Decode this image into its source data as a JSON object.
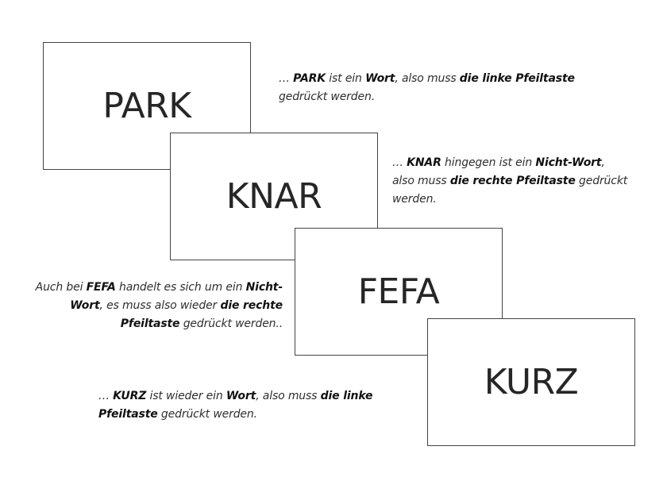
{
  "cards": [
    {
      "word": "PARK"
    },
    {
      "word": "KNAR"
    },
    {
      "word": "FEFA"
    },
    {
      "word": "KURZ"
    }
  ],
  "notes": {
    "park": {
      "l1_a": "… ",
      "l1_b": "PARK",
      "l1_c": " ist ein ",
      "l1_d": "Wort",
      "l1_e": ", also muss ",
      "l1_f": "die linke Pfeiltaste",
      "l2": "gedrückt werden."
    },
    "knar": {
      "l1_a": "… ",
      "l1_b": "KNAR",
      "l1_c": " hingegen ist ein ",
      "l1_d": "Nicht-Wort",
      "l2_a": "also muss ",
      "l2_b": "die rechte Pfeiltaste",
      "l2_c": " gedrückt",
      "l3": "werden."
    },
    "fefa": {
      "l1_a": "Auch bei ",
      "l1_b": "FEFA",
      "l1_c": " handelt es sich um ein ",
      "l1_d": "Nicht-",
      "l2_a": "Wort",
      "l2_b": ", es muss also wieder ",
      "l2_c": "die rechte",
      "l3_a": "Pfeiltaste",
      "l3_b": " gedrückt werden.."
    },
    "kurz": {
      "l1_a": "… ",
      "l1_b": "KURZ",
      "l1_c": " ist wieder ein ",
      "l1_d": "Wort",
      "l1_e": ", also muss ",
      "l1_f": "die linke",
      "l2_a": "Pfeiltaste",
      "l2_b": " gedrückt werden."
    }
  }
}
